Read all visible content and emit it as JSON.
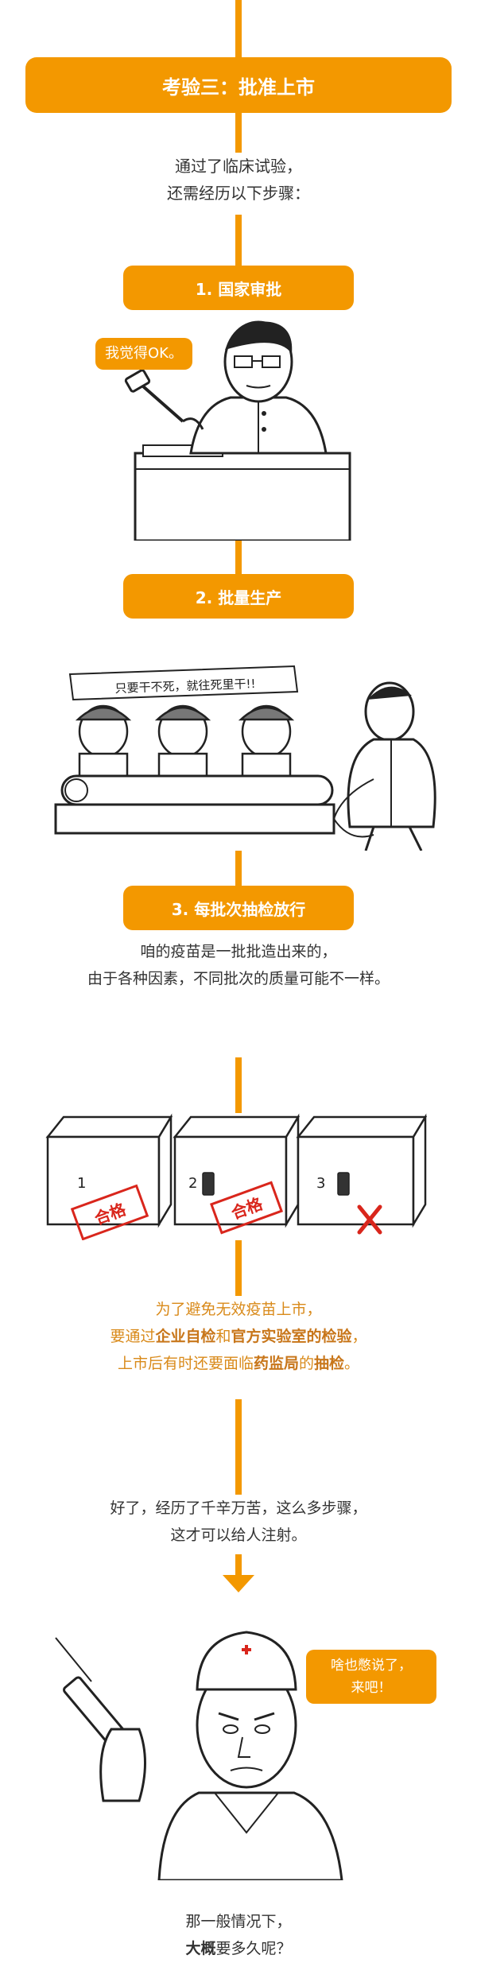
{
  "header": {
    "title": "考验三：批准上市"
  },
  "intro": {
    "line1": "通过了临床试验，",
    "line2": "还需经历以下步骤："
  },
  "steps": [
    {
      "label": "1. 国家审批"
    },
    {
      "label": "2. 批量生产"
    },
    {
      "label": "3. 每批次抽检放行"
    }
  ],
  "approval_scene": {
    "bubble_text": "我觉得OK。"
  },
  "production_scene": {
    "banner_text": "只要干不死，就往死里干!!"
  },
  "batch_text": {
    "line1": "咱的疫苗是一批批造出来的，",
    "line2": "由于各种因素，不同批次的质量可能不一样。"
  },
  "boxes": [
    {
      "number": "1",
      "stamp": "合格"
    },
    {
      "number": "2",
      "stamp": "合格"
    },
    {
      "number": "3",
      "stamp": ""
    }
  ],
  "inspection_text": {
    "line1": "为了避免无效疫苗上市，",
    "line2_pre": "要通过",
    "line2_b1": "企业自检",
    "line2_mid": "和",
    "line2_b2": "官方实验室的检验",
    "line2_post": "，",
    "line3_pre": "上市后有时还要面临",
    "line3_b1": "药监局",
    "line3_mid": "的",
    "line3_b2": "抽检",
    "line3_post": "。"
  },
  "summary_text": {
    "line1": "好了，经历了千辛万苦，这么多步骤，",
    "line2": "这才可以给人注射。"
  },
  "doctor_scene": {
    "bubble_line1": "啥也憋说了，",
    "bubble_line2": "来吧！"
  },
  "closing_text": {
    "line1": "那一般情况下，",
    "line2_bold": "大概",
    "line2_rest": "要多久呢？"
  },
  "colors": {
    "accent": "#f39800",
    "stamp_red": "#d9261c",
    "text": "#333333"
  }
}
